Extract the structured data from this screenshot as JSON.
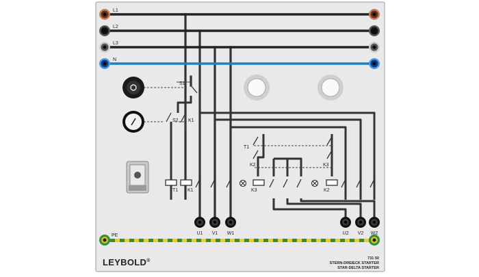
{
  "panel": {
    "bg_color": "#e9e9eb",
    "border_color": "#9a9aa0"
  },
  "bus": [
    {
      "id": "l1",
      "label": "L1",
      "color": "#222222",
      "jack": "#6b2e1e",
      "jack_ring": "#c48058"
    },
    {
      "id": "l2",
      "label": "L2",
      "color": "#222222",
      "jack": "#111111",
      "jack_ring": "#555555"
    },
    {
      "id": "l3",
      "label": "L3",
      "color": "#222222",
      "jack": "#555555",
      "jack_ring": "#cfcfcf"
    },
    {
      "id": "n",
      "label": "N",
      "color": "#1e7fc4",
      "jack": "#0d3e86",
      "jack_ring": "#4a9be0"
    }
  ],
  "pe": {
    "label": "PE",
    "color_a": "#e6d21e",
    "color_b": "#2f8f3a"
  },
  "switch_labels": {
    "s1": "S1",
    "s2": "S2",
    "k1": "K1",
    "t1": "T1",
    "k2": "K2",
    "k3": "K3"
  },
  "coil_labels": {
    "t1": "T1",
    "k1": "K1",
    "k3": "K3",
    "k2": "K2"
  },
  "terminals": [
    "U1",
    "V1",
    "W1",
    "U2",
    "V2",
    "W2"
  ],
  "brand": {
    "name": "LEYBOLD",
    "mark": "®"
  },
  "catalog": {
    "number": "731 50",
    "title_de": "STERN-DREIECK STARTER",
    "title_en": "STAR-DELTA STARTER"
  }
}
